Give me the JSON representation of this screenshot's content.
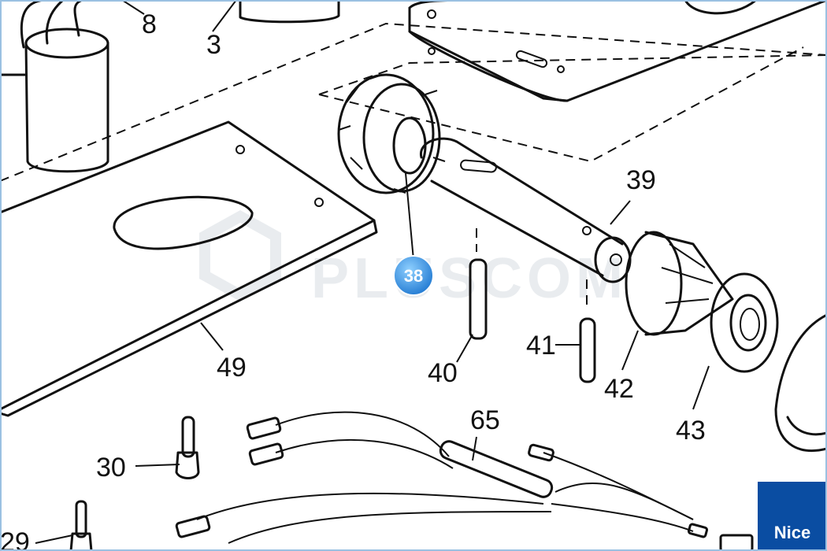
{
  "watermark": {
    "text": "PLUSCOM"
  },
  "brand": {
    "logo_text": "Nice",
    "color": "#0a4da2"
  },
  "badge": {
    "label": "38",
    "color": "#2f8fe0"
  },
  "parts": [
    {
      "label": "8"
    },
    {
      "label": "3"
    },
    {
      "label": "39"
    },
    {
      "label": "40"
    },
    {
      "label": "41"
    },
    {
      "label": "42"
    },
    {
      "label": "43"
    },
    {
      "label": "49"
    },
    {
      "label": "65"
    },
    {
      "label": "30"
    },
    {
      "label": "29"
    }
  ]
}
